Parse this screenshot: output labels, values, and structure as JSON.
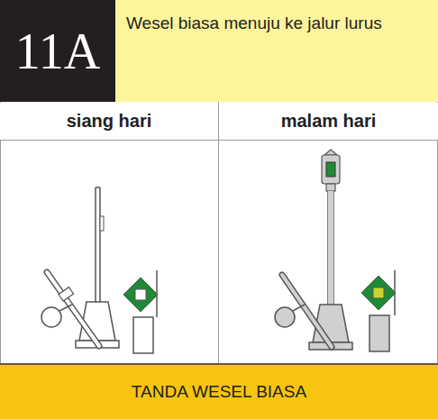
{
  "diagram": {
    "nodes": [
      {
        "text": [
          "11A"
        ]
      },
      {
        "text": [
          "Wesel biasa menuju ke jalur lurus"
        ]
      },
      {
        "text": [
          "siang hari"
        ]
      },
      {
        "text": [
          "malam hari"
        ]
      },
      {
        "text": [
          "TANDA WESEL BIASA"
        ]
      }
    ]
  }
}
